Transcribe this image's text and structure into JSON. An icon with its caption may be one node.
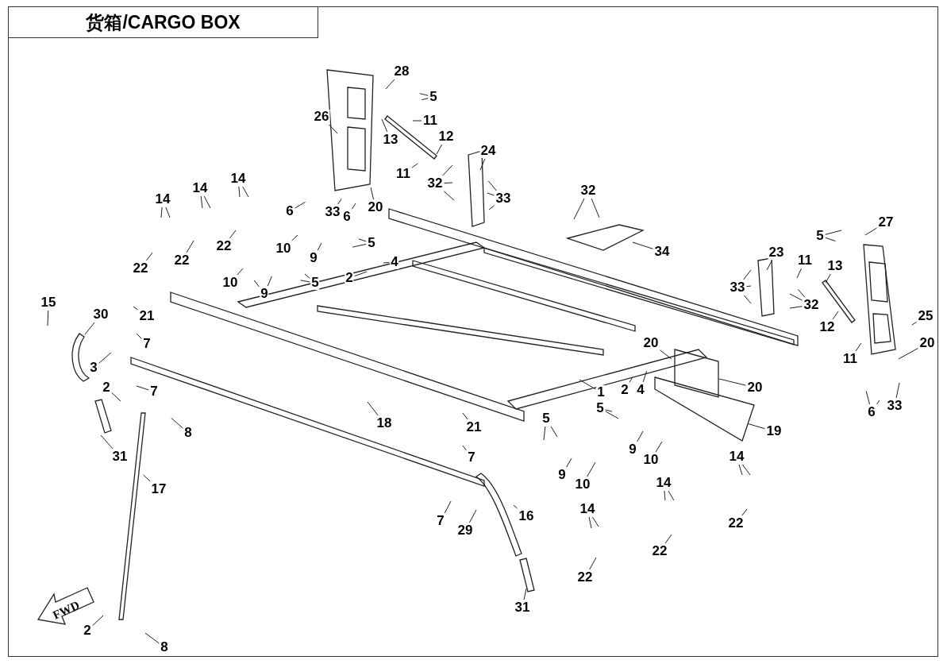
{
  "diagram": {
    "title": "货箱/CARGO BOX",
    "nodes": [
      {
        "text": [
          "28"
        ]
      },
      {
        "text": [
          "5"
        ]
      },
      {
        "text": [
          "11"
        ]
      },
      {
        "text": [
          "26"
        ]
      },
      {
        "text": [
          "13"
        ]
      },
      {
        "text": [
          "12"
        ]
      },
      {
        "text": [
          "11"
        ]
      },
      {
        "text": [
          "24"
        ]
      },
      {
        "text": [
          "32"
        ]
      },
      {
        "text": [
          "33"
        ]
      },
      {
        "text": [
          "14"
        ]
      },
      {
        "text": [
          "14"
        ]
      },
      {
        "text": [
          "14"
        ]
      },
      {
        "text": [
          "22"
        ]
      },
      {
        "text": [
          "22"
        ]
      },
      {
        "text": [
          "22"
        ]
      },
      {
        "text": [
          "6"
        ]
      },
      {
        "text": [
          "33"
        ]
      },
      {
        "text": [
          "6"
        ]
      },
      {
        "text": [
          "20"
        ]
      },
      {
        "text": [
          "32"
        ]
      },
      {
        "text": [
          "34"
        ]
      },
      {
        "text": [
          "10"
        ]
      },
      {
        "text": [
          "9"
        ]
      },
      {
        "text": [
          "5"
        ]
      },
      {
        "text": [
          "4"
        ]
      },
      {
        "text": [
          "2"
        ]
      },
      {
        "text": [
          "10"
        ]
      },
      {
        "text": [
          "9"
        ]
      },
      {
        "text": [
          "5"
        ]
      },
      {
        "text": [
          "23"
        ]
      },
      {
        "text": [
          "33"
        ]
      },
      {
        "text": [
          "32"
        ]
      },
      {
        "text": [
          "11"
        ]
      },
      {
        "text": [
          "13"
        ]
      },
      {
        "text": [
          "27"
        ]
      },
      {
        "text": [
          "5"
        ]
      },
      {
        "text": [
          "12"
        ]
      },
      {
        "text": [
          "25"
        ]
      },
      {
        "text": [
          "11"
        ]
      },
      {
        "text": [
          "20"
        ]
      },
      {
        "text": [
          "20"
        ]
      },
      {
        "text": [
          "20"
        ]
      },
      {
        "text": [
          "1"
        ]
      },
      {
        "text": [
          "2"
        ]
      },
      {
        "text": [
          "4"
        ]
      },
      {
        "text": [
          "19"
        ]
      },
      {
        "text": [
          "6"
        ]
      },
      {
        "text": [
          "33"
        ]
      },
      {
        "text": [
          "15"
        ]
      },
      {
        "text": [
          "30"
        ]
      },
      {
        "text": [
          "21"
        ]
      },
      {
        "text": [
          "7"
        ]
      },
      {
        "text": [
          "3"
        ]
      },
      {
        "text": [
          "7"
        ]
      },
      {
        "text": [
          "2"
        ]
      },
      {
        "text": [
          "8"
        ]
      },
      {
        "text": [
          "31"
        ]
      },
      {
        "text": [
          "17"
        ]
      },
      {
        "text": [
          "18"
        ]
      },
      {
        "text": [
          "21"
        ]
      },
      {
        "text": [
          "7"
        ]
      },
      {
        "text": [
          "7"
        ]
      },
      {
        "text": [
          "29"
        ]
      },
      {
        "text": [
          "16"
        ]
      },
      {
        "text": [
          "31"
        ]
      },
      {
        "text": [
          "2"
        ]
      },
      {
        "text": [
          "8"
        ]
      },
      {
        "text": [
          "5"
        ]
      },
      {
        "text": [
          "9"
        ]
      },
      {
        "text": [
          "10"
        ]
      },
      {
        "text": [
          "5"
        ]
      },
      {
        "text": [
          "9"
        ]
      },
      {
        "text": [
          "10"
        ]
      },
      {
        "text": [
          "14"
        ]
      },
      {
        "text": [
          "22"
        ]
      },
      {
        "text": [
          "14"
        ]
      },
      {
        "text": [
          "22"
        ]
      },
      {
        "text": [
          "14"
        ]
      },
      {
        "text": [
          "22"
        ]
      }
    ],
    "edges": [
      {
        "from": 0,
        "to": null,
        "arrow": "none"
      },
      {
        "from": 1,
        "to": null,
        "arrow": "none"
      },
      {
        "from": 1,
        "to": null,
        "arrow": "none"
      },
      {
        "from": 2,
        "to": null,
        "arrow": "none"
      },
      {
        "from": 3,
        "to": null,
        "arrow": "none"
      },
      {
        "from": 4,
        "to": null,
        "arrow": "none"
      },
      {
        "from": 5,
        "to": null,
        "arrow": "none"
      },
      {
        "from": 6,
        "to": null,
        "arrow": "none"
      },
      {
        "from": 7,
        "to": null,
        "arrow": "none"
      },
      {
        "from": 8,
        "to": null,
        "arrow": "none"
      },
      {
        "from": 8,
        "to": null,
        "arrow": "none"
      },
      {
        "from": 8,
        "to": null,
        "arrow": "none"
      },
      {
        "from": 9,
        "to": null,
        "arrow": "none"
      },
      {
        "from": 9,
        "to": null,
        "arrow": "none"
      },
      {
        "from": 9,
        "to": null,
        "arrow": "none"
      },
      {
        "from": 10,
        "to": null,
        "arrow": "none"
      },
      {
        "from": 10,
        "to": null,
        "arrow": "none"
      },
      {
        "from": 11,
        "to": null,
        "arrow": "none"
      },
      {
        "from": 11,
        "to": null,
        "arrow": "none"
      },
      {
        "from": 12,
        "to": null,
        "arrow": "none"
      },
      {
        "from": 12,
        "to": null,
        "arrow": "none"
      },
      {
        "from": 13,
        "to": null,
        "arrow": "none"
      },
      {
        "from": 14,
        "to": null,
        "arrow": "none"
      },
      {
        "from": 15,
        "to": null,
        "arrow": "none"
      },
      {
        "from": 16,
        "to": null,
        "arrow": "none"
      },
      {
        "from": 17,
        "to": null,
        "arrow": "none"
      },
      {
        "from": 18,
        "to": null,
        "arrow": "none"
      },
      {
        "from": 19,
        "to": null,
        "arrow": "none"
      },
      {
        "from": 20,
        "to": null,
        "arrow": "none"
      },
      {
        "from": 20,
        "to": null,
        "arrow": "none"
      },
      {
        "from": 21,
        "to": null,
        "arrow": "none"
      },
      {
        "from": 22,
        "to": null,
        "arrow": "none"
      },
      {
        "from": 23,
        "to": null,
        "arrow": "none"
      },
      {
        "from": 24,
        "to": null,
        "arrow": "none"
      },
      {
        "from": 24,
        "to": null,
        "arrow": "none"
      },
      {
        "from": 25,
        "to": null,
        "arrow": "none"
      },
      {
        "from": 26,
        "to": null,
        "arrow": "none"
      },
      {
        "from": 27,
        "to": null,
        "arrow": "none"
      },
      {
        "from": 28,
        "to": null,
        "arrow": "none"
      },
      {
        "from": 28,
        "to": null,
        "arrow": "none"
      },
      {
        "from": 29,
        "to": null,
        "arrow": "none"
      },
      {
        "from": 29,
        "to": null,
        "arrow": "none"
      },
      {
        "from": 30,
        "to": null,
        "arrow": "none"
      },
      {
        "from": 31,
        "to": null,
        "arrow": "none"
      },
      {
        "from": 31,
        "to": null,
        "arrow": "none"
      },
      {
        "from": 31,
        "to": null,
        "arrow": "none"
      },
      {
        "from": 32,
        "to": null,
        "arrow": "none"
      },
      {
        "from": 32,
        "to": null,
        "arrow": "none"
      },
      {
        "from": 32,
        "to": null,
        "arrow": "none"
      },
      {
        "from": 33,
        "to": null,
        "arrow": "none"
      },
      {
        "from": 34,
        "to": null,
        "arrow": "none"
      },
      {
        "from": 35,
        "to": null,
        "arrow": "none"
      },
      {
        "from": 36,
        "to": null,
        "arrow": "none"
      },
      {
        "from": 36,
        "to": null,
        "arrow": "none"
      },
      {
        "from": 37,
        "to": null,
        "arrow": "none"
      },
      {
        "from": 38,
        "to": null,
        "arrow": "none"
      },
      {
        "from": 39,
        "to": null,
        "arrow": "none"
      },
      {
        "from": 40,
        "to": null,
        "arrow": "none"
      },
      {
        "from": 41,
        "to": null,
        "arrow": "none"
      },
      {
        "from": 42,
        "to": null,
        "arrow": "none"
      },
      {
        "from": 43,
        "to": null,
        "arrow": "none"
      },
      {
        "from": 44,
        "to": null,
        "arrow": "none"
      },
      {
        "from": 45,
        "to": null,
        "arrow": "none"
      },
      {
        "from": 46,
        "to": null,
        "arrow": "none"
      },
      {
        "from": 47,
        "to": null,
        "arrow": "none"
      },
      {
        "from": 47,
        "to": null,
        "arrow": "none"
      },
      {
        "from": 48,
        "to": null,
        "arrow": "none"
      },
      {
        "from": 49,
        "to": null,
        "arrow": "none"
      },
      {
        "from": 50,
        "to": null,
        "arrow": "none"
      },
      {
        "from": 51,
        "to": null,
        "arrow": "none"
      },
      {
        "from": 52,
        "to": null,
        "arrow": "none"
      },
      {
        "from": 53,
        "to": null,
        "arrow": "none"
      },
      {
        "from": 54,
        "to": null,
        "arrow": "none"
      },
      {
        "from": 55,
        "to": null,
        "arrow": "none"
      },
      {
        "from": 56,
        "to": null,
        "arrow": "none"
      },
      {
        "from": 57,
        "to": null,
        "arrow": "none"
      },
      {
        "from": 58,
        "to": null,
        "arrow": "none"
      },
      {
        "from": 59,
        "to": null,
        "arrow": "none"
      },
      {
        "from": 60,
        "to": null,
        "arrow": "none"
      },
      {
        "from": 61,
        "to": null,
        "arrow": "none"
      },
      {
        "from": 62,
        "to": null,
        "arrow": "none"
      },
      {
        "from": 63,
        "to": null,
        "arrow": "none"
      },
      {
        "from": 64,
        "to": null,
        "arrow": "none"
      },
      {
        "from": 65,
        "to": null,
        "arrow": "none"
      },
      {
        "from": 66,
        "to": null,
        "arrow": "none"
      },
      {
        "from": 67,
        "to": null,
        "arrow": "none"
      },
      {
        "from": 68,
        "to": null,
        "arrow": "none"
      },
      {
        "from": 68,
        "to": null,
        "arrow": "none"
      },
      {
        "from": 69,
        "to": null,
        "arrow": "none"
      },
      {
        "from": 70,
        "to": null,
        "arrow": "none"
      },
      {
        "from": 71,
        "to": null,
        "arrow": "none"
      },
      {
        "from": 71,
        "to": null,
        "arrow": "none"
      },
      {
        "from": 72,
        "to": null,
        "arrow": "none"
      },
      {
        "from": 73,
        "to": null,
        "arrow": "none"
      },
      {
        "from": 74,
        "to": null,
        "arrow": "none"
      },
      {
        "from": 74,
        "to": null,
        "arrow": "none"
      },
      {
        "from": 75,
        "to": null,
        "arrow": "none"
      },
      {
        "from": 76,
        "to": null,
        "arrow": "none"
      },
      {
        "from": 76,
        "to": null,
        "arrow": "none"
      },
      {
        "from": 77,
        "to": null,
        "arrow": "none"
      },
      {
        "from": 78,
        "to": null,
        "arrow": "none"
      },
      {
        "from": 78,
        "to": null,
        "arrow": "none"
      },
      {
        "from": 79,
        "to": null,
        "arrow": "none"
      }
    ],
    "labels": [
      "FWD"
    ]
  }
}
